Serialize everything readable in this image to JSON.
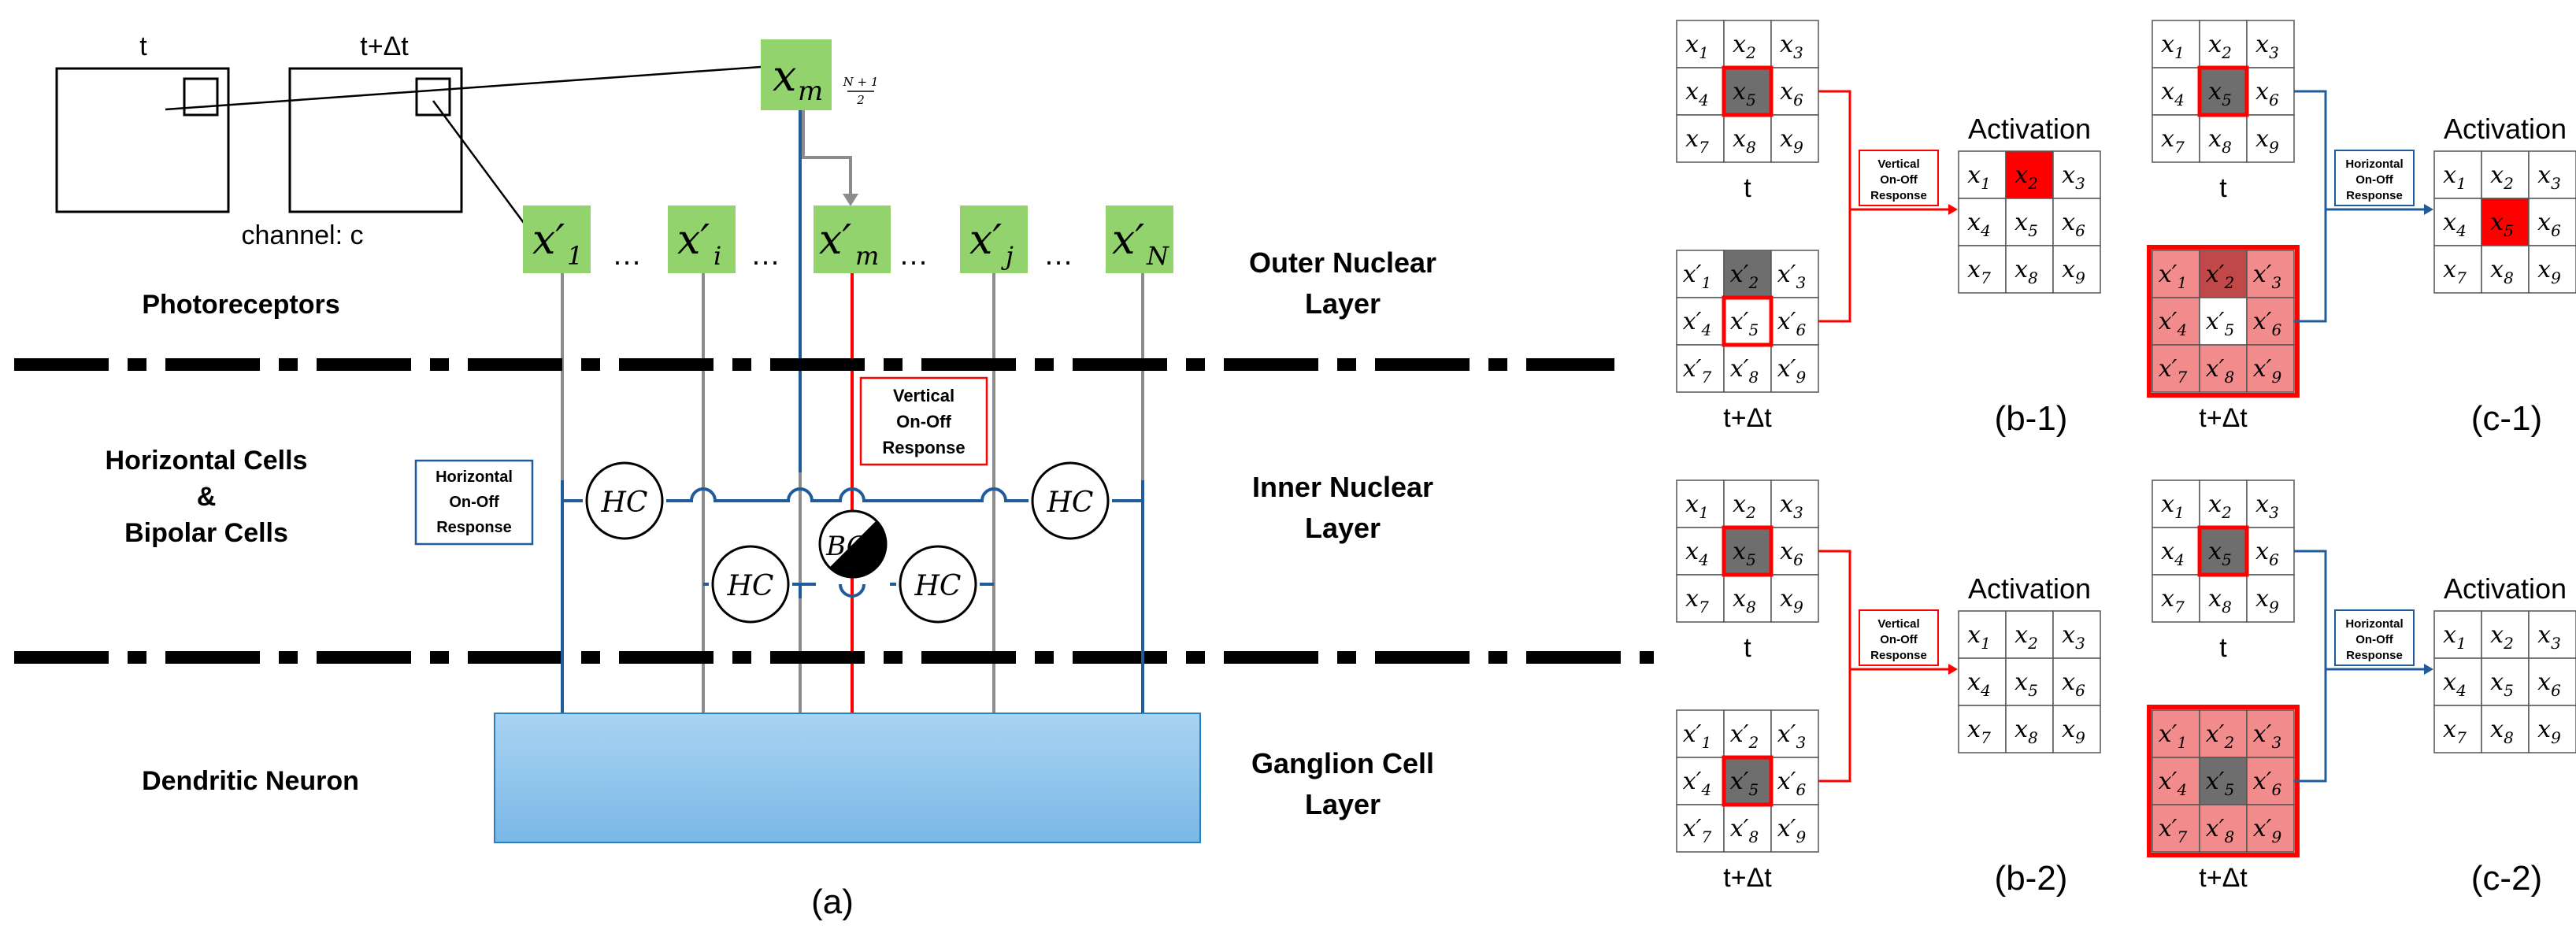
{
  "colors": {
    "green": "#92d36e",
    "red": "#ff0000",
    "blue": "#1f5c99",
    "gray": "#8c8c8c",
    "dark_cell": "#6e6e6e",
    "pink": "#f28b8b",
    "dark_pink": "#c14848",
    "ganglion_top": "#a9d3f2",
    "ganglion_bottom": "#7ab8e6"
  },
  "panel_a": {
    "frame_t": "t",
    "frame_tdt": "t+Δt",
    "channel": "channel: c",
    "xm_sub": "m",
    "xm_frac_num": "N + 1",
    "xm_frac_den": "2",
    "primes": [
      {
        "id": "1",
        "sub": "1"
      },
      {
        "id": "i",
        "sub": "i"
      },
      {
        "id": "m",
        "sub": "m"
      },
      {
        "id": "j",
        "sub": "j"
      },
      {
        "id": "n",
        "sub": "N"
      }
    ],
    "ellipsis": "…",
    "left_labels": {
      "photoreceptors": "Photoreceptors",
      "horizontal_cells": "Horizontal Cells",
      "amp": "&",
      "bipolar_cells": "Bipolar Cells",
      "dendritic_neuron": "Dendritic Neuron"
    },
    "right_labels": {
      "outer_1": "Outer Nuclear",
      "outer_2": "Layer",
      "inner_1": "Inner Nuclear",
      "inner_2": "Layer",
      "ganglion_1": "Ganglion Cell",
      "ganglion_2": "Layer"
    },
    "horizontal_response": [
      "Horizontal",
      "On-Off",
      "Response"
    ],
    "vertical_response": [
      "Vertical",
      "On-Off",
      "Response"
    ],
    "hc": "HC",
    "bc": "BC",
    "caption": "(a)"
  },
  "panels_bc": {
    "x_letter": "x",
    "prime_letter": "x′",
    "t": "t",
    "tdt": "t+Δt",
    "activation": "Activation",
    "vertical": [
      "Vertical",
      "On-Off",
      "Response"
    ],
    "horizontal": [
      "Horizontal",
      "On-Off",
      "Response"
    ],
    "cells": [
      "1",
      "2",
      "3",
      "4",
      "5",
      "6",
      "7",
      "8",
      "9"
    ],
    "b1": {
      "caption": "(b-1)",
      "prime_dark": "2",
      "active": "2"
    },
    "b2": {
      "caption": "(b-2)",
      "prime_dark": "5",
      "active": ""
    },
    "c1": {
      "caption": "(c-1)",
      "prime_dark": "2",
      "active": "5"
    },
    "c2": {
      "caption": "(c-2)",
      "prime_dark": "5",
      "active": ""
    }
  }
}
